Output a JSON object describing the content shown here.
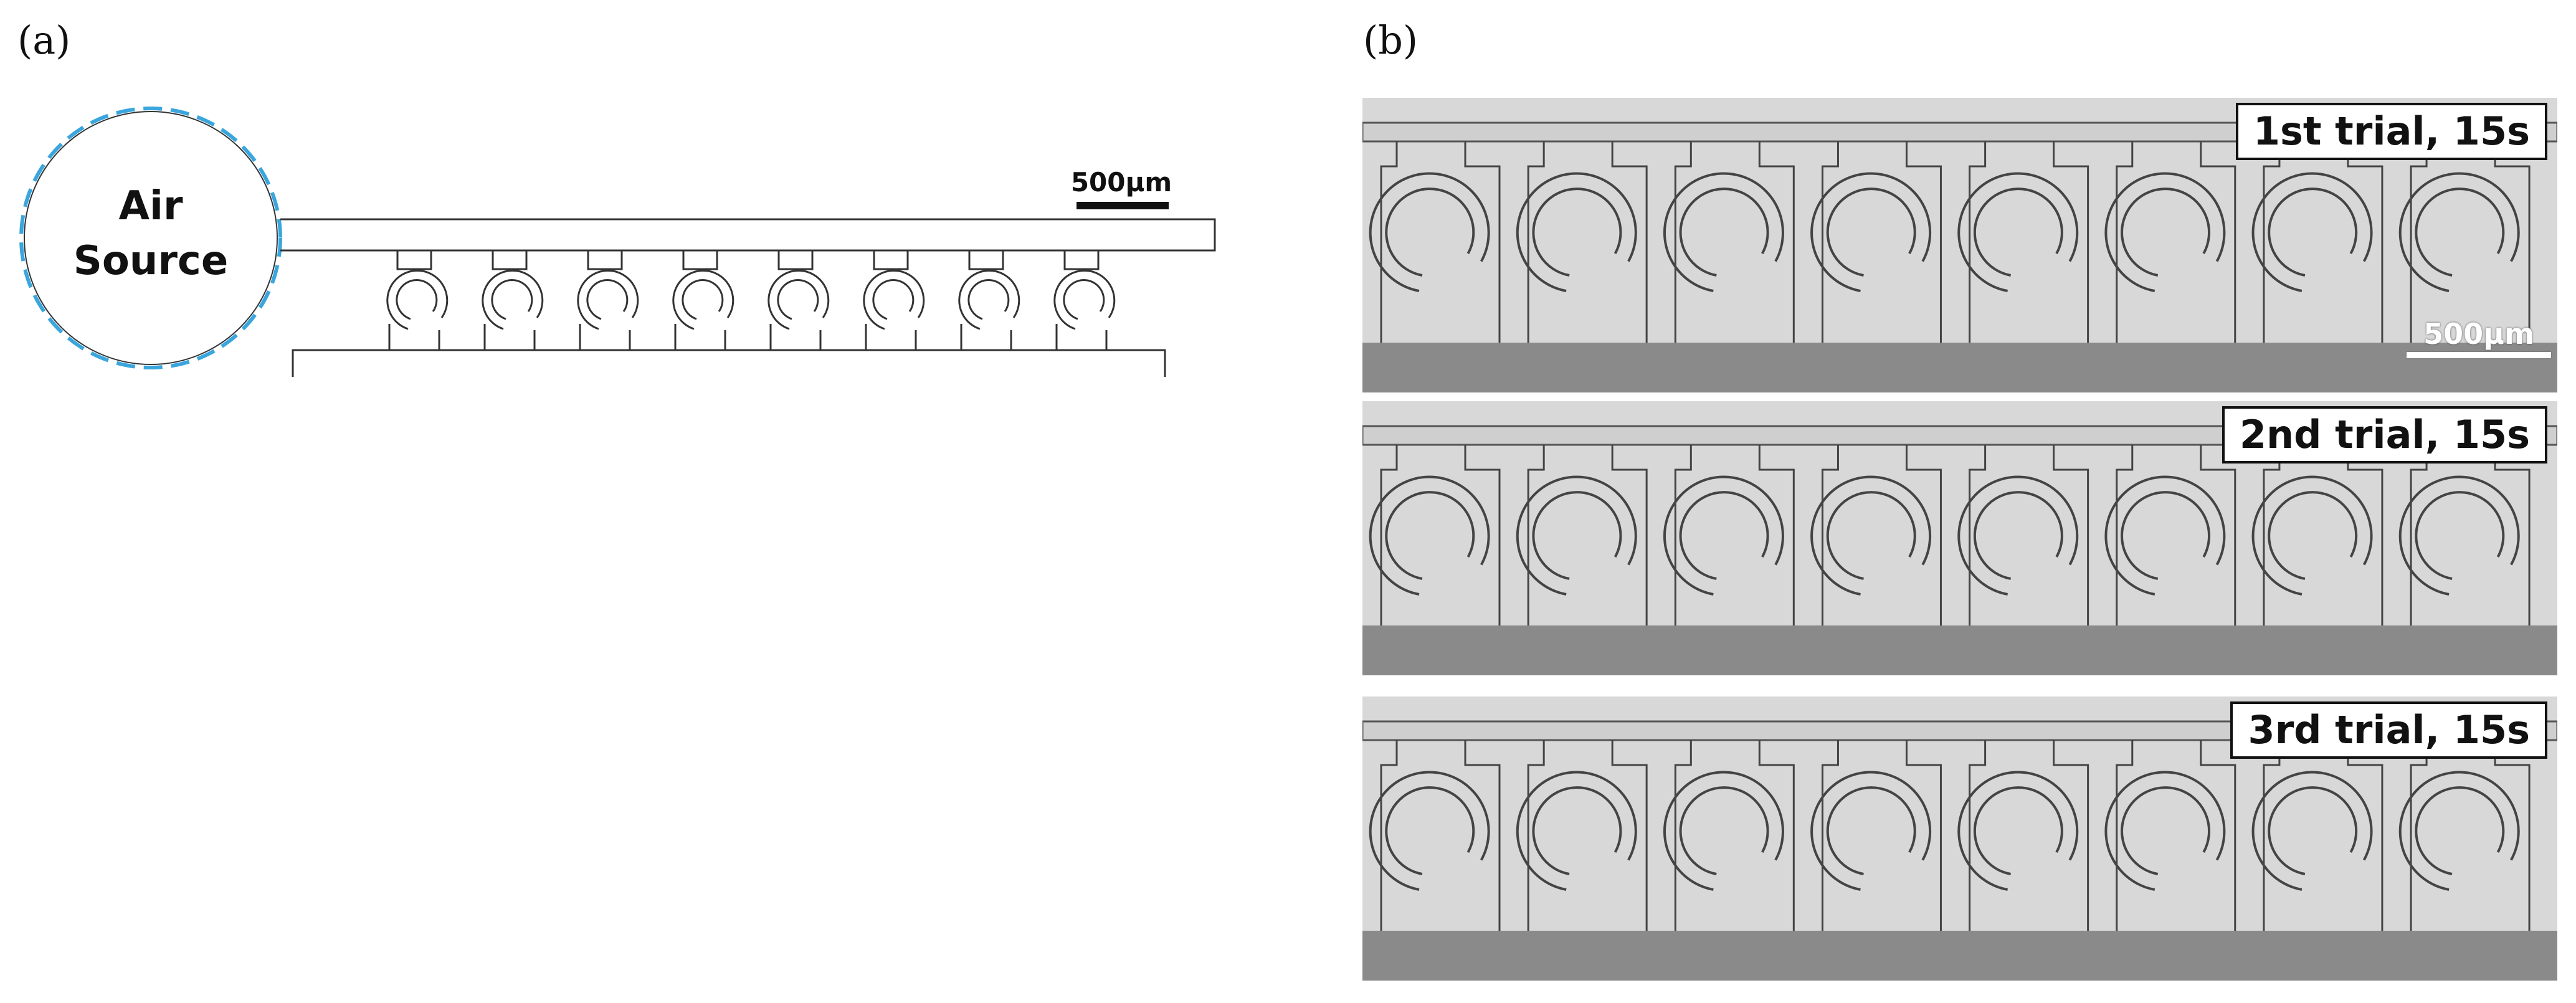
{
  "panels": {
    "a": "(a)",
    "b": "(b)"
  },
  "schematic": {
    "source_label_line1": "Air",
    "source_label_line2": "Source",
    "scale_label": "500μm",
    "trap_count": 8,
    "colors": {
      "outline": "#333333",
      "source_dashed": "#3aa6dd"
    }
  },
  "photos": {
    "trial_labels": [
      "1st trial, 15s",
      "2nd trial, 15s",
      "3rd trial, 15s"
    ],
    "scale_label": "500μm",
    "trap_count": 8
  }
}
